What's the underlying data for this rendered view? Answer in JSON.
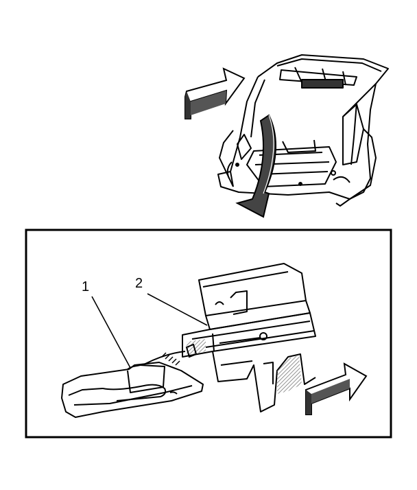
{
  "callouts": [
    {
      "id": "1",
      "label": "1"
    },
    {
      "id": "2",
      "label": "2"
    }
  ],
  "icons": [
    "direction-arrow-icon",
    "curved-arrow-icon",
    "direction-arrow-icon"
  ],
  "colors": {
    "ink": "#000000",
    "background": "#ffffff",
    "hatch": "#7a7a7a"
  }
}
